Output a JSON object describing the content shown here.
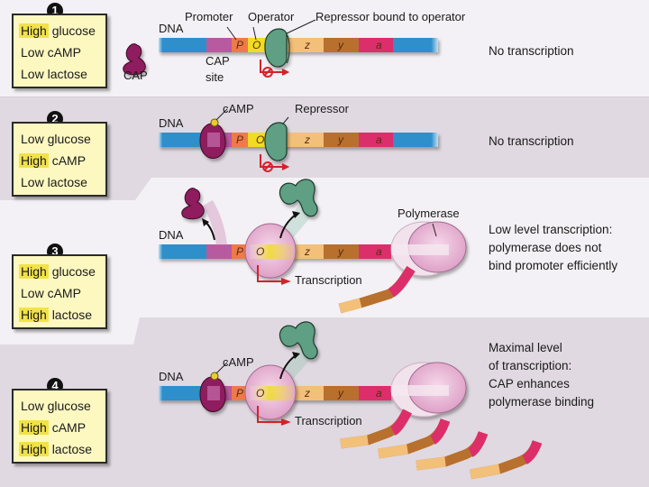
{
  "colors": {
    "dna_blue": "#2f8fcb",
    "cap_site": "#b85aa0",
    "promoter": "#ee7a4a",
    "operator": "#f0dc22",
    "gene_z": "#f3c07a",
    "gene_y": "#b8702e",
    "gene_a": "#dc2f6a",
    "cap_protein": "#8e1c5e",
    "repressor": "#5f9f84",
    "polymerase": "#e9b2d4",
    "camp": "#e8cc30",
    "box_bg": "#fdf8c0",
    "highlight": "#f2e24a",
    "arrow_red": "#d2232a"
  },
  "panels": [
    {
      "number": "1",
      "conditions": [
        {
          "level": "High",
          "item": "glucose",
          "highlight": true
        },
        {
          "level": "Low",
          "item": "cAMP",
          "highlight": false
        },
        {
          "level": "Low",
          "item": "lactose",
          "highlight": false
        }
      ],
      "labels": {
        "dna": "DNA",
        "promoter": "Promoter",
        "operator": "Operator",
        "repressor": "Repressor bound to operator",
        "cap_site_1": "CAP",
        "cap_site_2": "site",
        "cap": "CAP"
      },
      "segments": {
        "p": "P",
        "o": "O",
        "z": "z",
        "y": "y",
        "a": "a"
      },
      "outcome": [
        "No transcription"
      ]
    },
    {
      "number": "2",
      "conditions": [
        {
          "level": "Low",
          "item": "glucose",
          "highlight": false
        },
        {
          "level": "High",
          "item": "cAMP",
          "highlight": true
        },
        {
          "level": "Low",
          "item": "lactose",
          "highlight": false
        }
      ],
      "labels": {
        "dna": "DNA",
        "camp": "cAMP",
        "repressor": "Repressor"
      },
      "segments": {
        "p": "P",
        "o": "O",
        "z": "z",
        "y": "y",
        "a": "a"
      },
      "outcome": [
        "No transcription"
      ]
    },
    {
      "number": "3",
      "conditions": [
        {
          "level": "High",
          "item": "glucose",
          "highlight": true
        },
        {
          "level": "Low",
          "item": "cAMP",
          "highlight": false
        },
        {
          "level": "High",
          "item": "lactose",
          "highlight": true
        }
      ],
      "labels": {
        "dna": "DNA",
        "polymerase": "Polymerase",
        "transcription": "Transcription"
      },
      "segments": {
        "p": "P",
        "o": "O",
        "z": "z",
        "y": "y",
        "a": "a"
      },
      "outcome": [
        "Low level transcription:",
        "polymerase does not",
        "bind promoter efficiently"
      ]
    },
    {
      "number": "4",
      "conditions": [
        {
          "level": "Low",
          "item": "glucose",
          "highlight": false
        },
        {
          "level": "High",
          "item": "cAMP",
          "highlight": true
        },
        {
          "level": "High",
          "item": "lactose",
          "highlight": true
        }
      ],
      "labels": {
        "dna": "DNA",
        "camp": "cAMP",
        "transcription": "Transcription"
      },
      "segments": {
        "p": "P",
        "o": "O",
        "z": "z",
        "y": "y",
        "a": "a"
      },
      "outcome": [
        "Maximal level",
        "of transcription:",
        "CAP enhances",
        "polymerase binding"
      ]
    }
  ]
}
